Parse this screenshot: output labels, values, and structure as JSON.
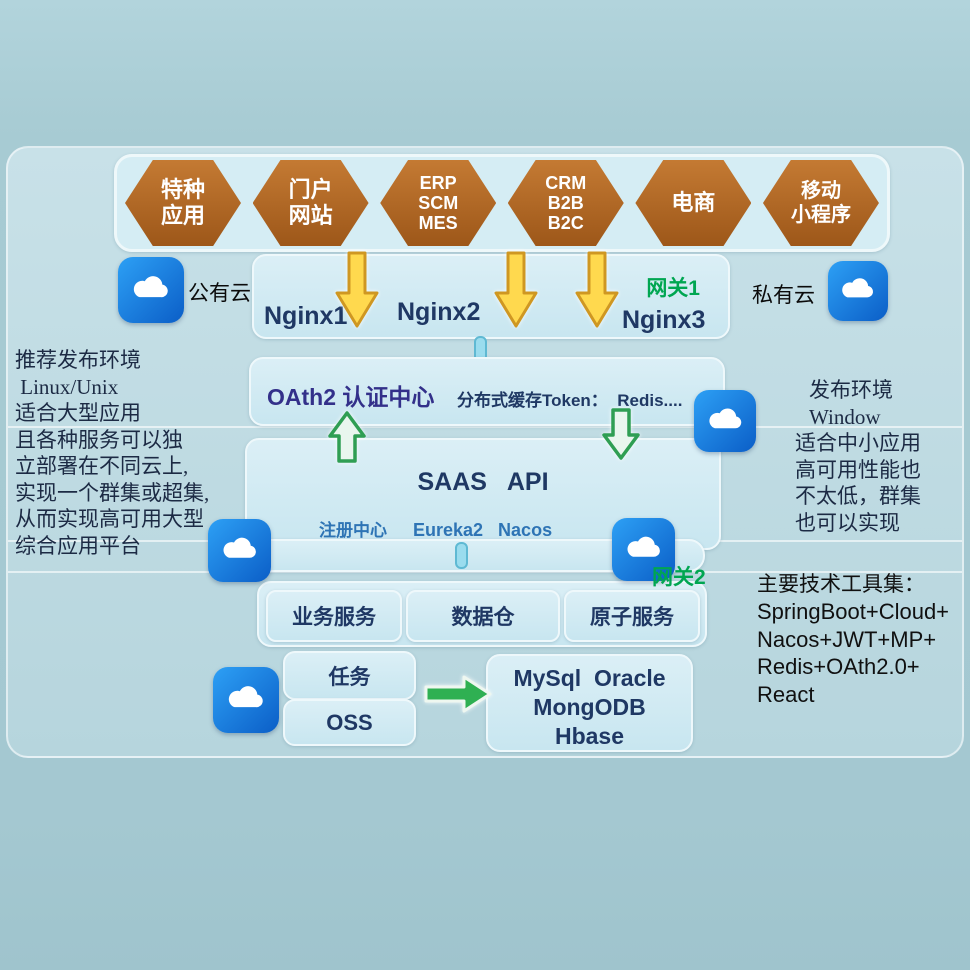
{
  "hexagons": [
    {
      "lines": [
        "特种",
        "应用"
      ]
    },
    {
      "lines": [
        "门户",
        "网站"
      ]
    },
    {
      "lines": [
        "ERP",
        "SCM",
        "MES"
      ]
    },
    {
      "lines": [
        "CRM",
        "B2B",
        "B2C"
      ]
    },
    {
      "lines": [
        "电商"
      ]
    },
    {
      "lines": [
        "移动",
        "小程序"
      ]
    }
  ],
  "gateway_row": {
    "nginx1": "Nginx1",
    "nginx2": "Nginx2",
    "nginx3": "Nginx3",
    "gateway1": "网关1"
  },
  "cloud_labels": {
    "public": "公有云",
    "private": "私有云"
  },
  "auth_bar": {
    "title": "OAth2 认证中心",
    "cache": "分布式缓存Token：  Redis...."
  },
  "saas_box": {
    "title": "SAAS   API",
    "registry_label": "注册中心",
    "registry_items": "Eureka2   Nacos"
  },
  "gateway2": "网关2",
  "service_boxes": {
    "business": "业务服务",
    "warehouse": "数据仓",
    "atomic": "原子服务"
  },
  "task_box": "任务",
  "oss_box": "OSS",
  "db_box": {
    "lines": [
      "MySql  Oracle",
      "MongODB",
      "Hbase"
    ]
  },
  "left_note": {
    "lines": [
      "推荐发布环境",
      " Linux/Unix",
      "适合大型应用",
      "且各种服务可以独",
      "立部署在不同云上,",
      "实现一个群集或超集,",
      "从而实现高可用大型",
      "综合应用平台"
    ]
  },
  "right_note": {
    "lines": [
      "发布环境",
      "Window",
      "适合中小应用",
      "高可用性能也",
      "不太低，群集",
      "也可以实现"
    ]
  },
  "tech_note": {
    "title": "主要技术工具集：",
    "lines": [
      "SpringBoot+Cloud+",
      "Nacos+JWT+MP+",
      "Redis+OAth2.0+",
      "React"
    ]
  },
  "icons": {
    "cloud": "cloud-icon",
    "down_arrow": "yellow-down-arrow",
    "up_arrow": "green-up-arrow",
    "down_green_arrow": "green-down-arrow",
    "right_arrow": "green-right-arrow"
  },
  "colors": {
    "background": "#a6cad2",
    "panel": "#bfdce3",
    "hexagon": "#a96228",
    "box_fill": "#cfe9f2",
    "navy_text": "#1f3864",
    "green_text": "#00a651",
    "arrow_yellow": "#ffd94e",
    "cloud_blue": "#1273d4",
    "auth_title": "#33308a",
    "registry_blue": "#2e74b5"
  }
}
